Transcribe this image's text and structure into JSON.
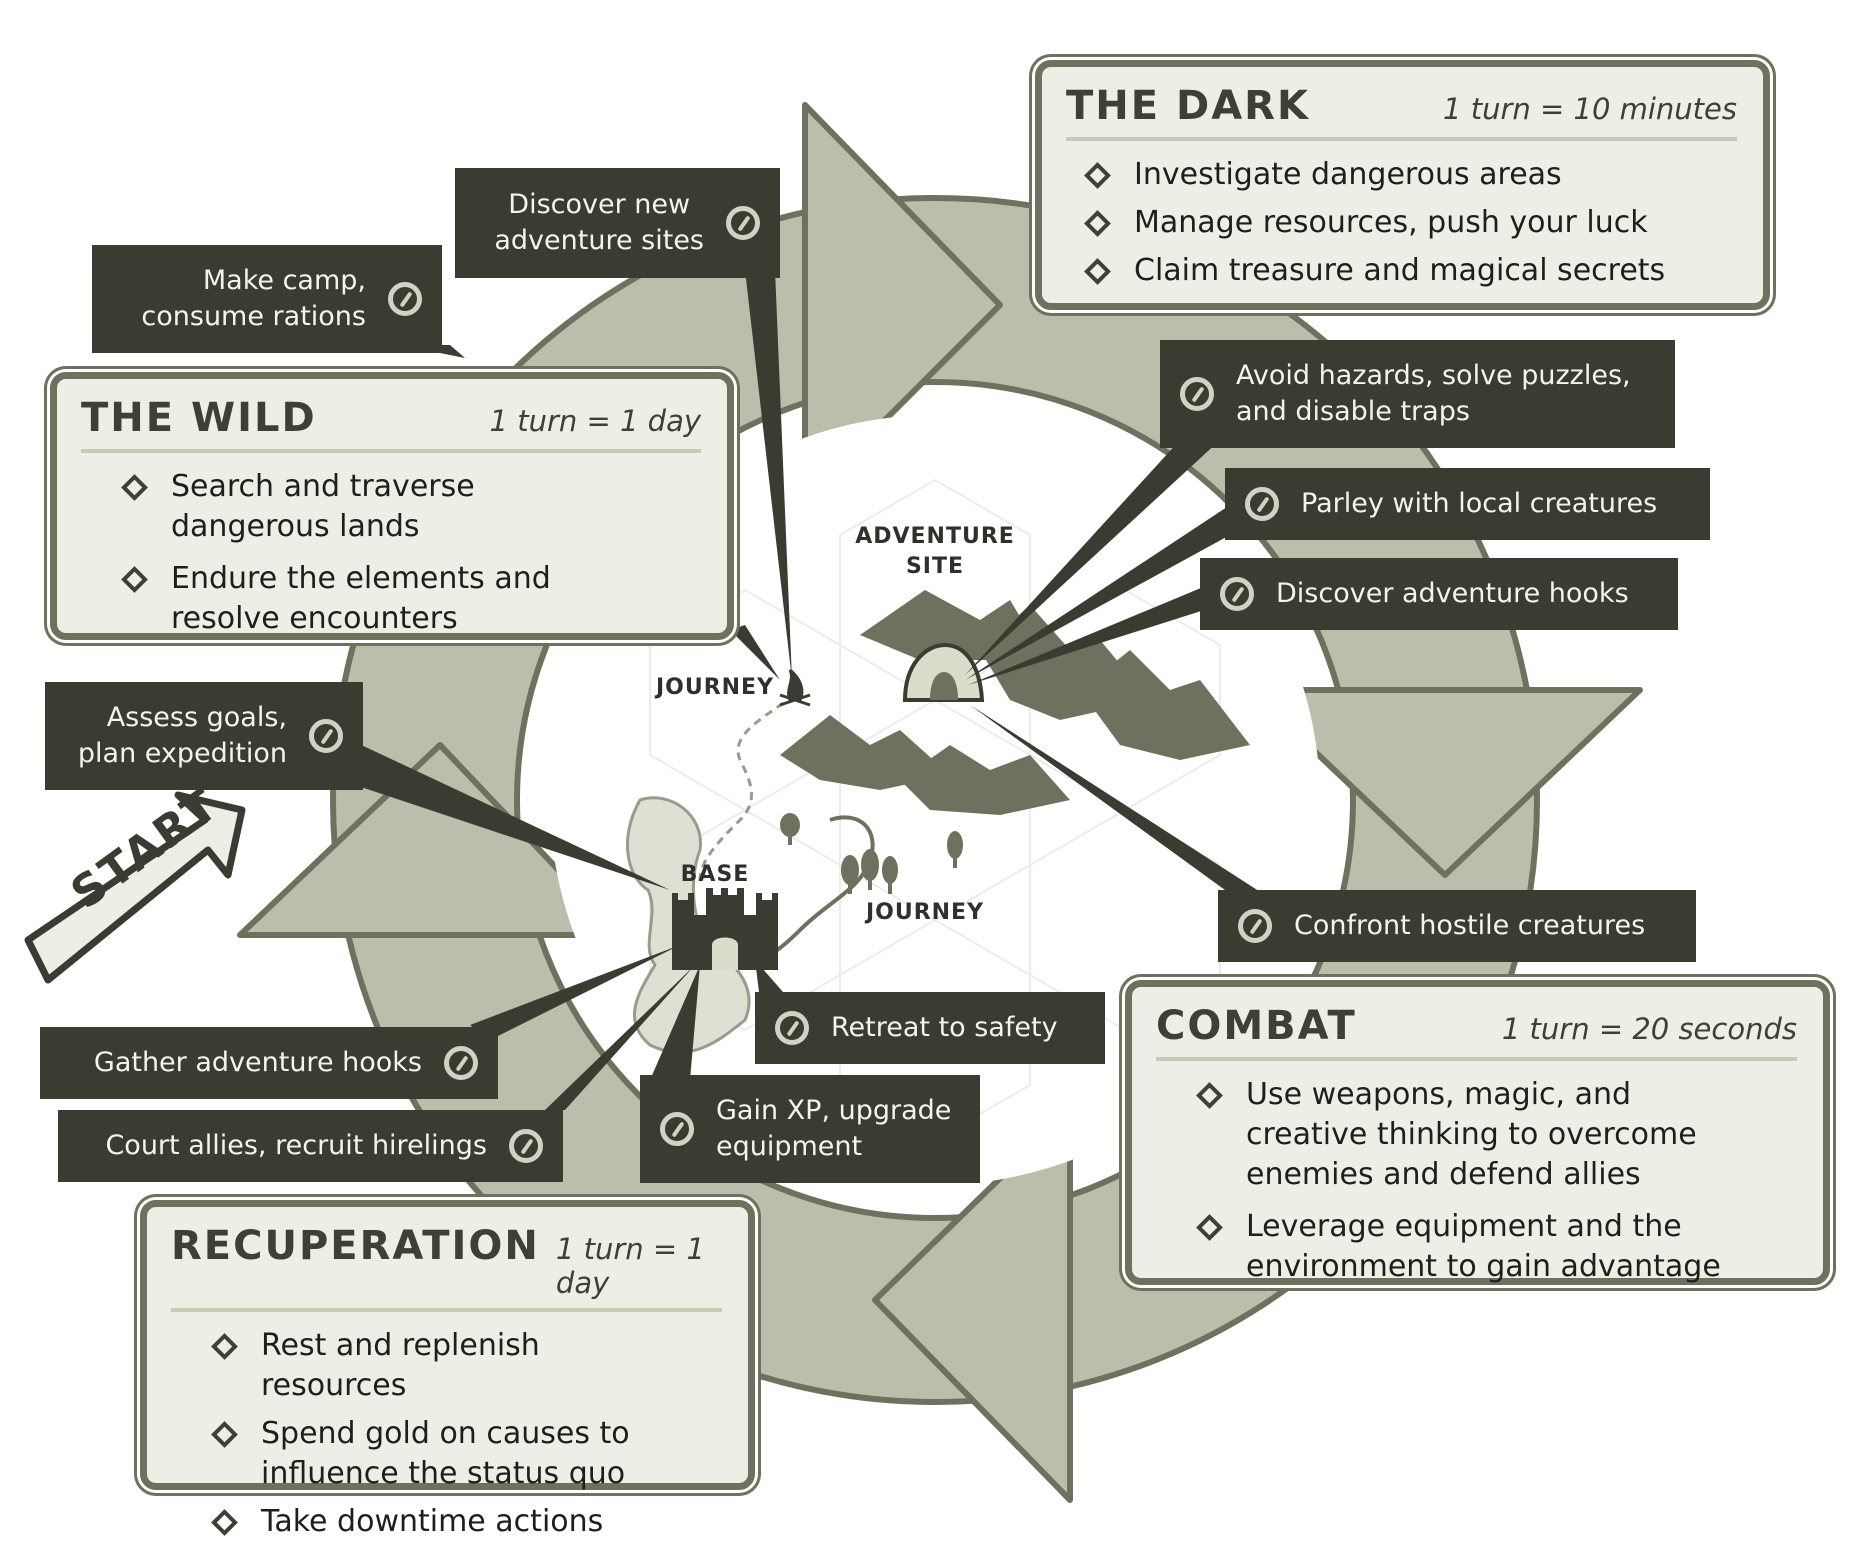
{
  "colors": {
    "ring": "#bdbdab",
    "ring_border": "#6f705e",
    "callout_bg": "#3a3b31",
    "panel_bg": "#edeee6",
    "mountain": "#6f705e"
  },
  "phases": {
    "dark": {
      "title": "THE DARK",
      "turn": "1 turn = 10 minutes",
      "bullets": [
        "Investigate dangerous areas",
        "Manage resources, push your luck",
        "Claim treasure and magical secrets"
      ]
    },
    "wild": {
      "title": "THE WILD",
      "turn": "1 turn = 1 day",
      "bullets": [
        "Search and traverse dangerous lands",
        "Endure the elements and resolve encounters"
      ]
    },
    "combat": {
      "title": "COMBAT",
      "turn": "1 turn = 20 seconds",
      "bullets": [
        "Use weapons, magic, and creative thinking to overcome enemies and defend allies",
        "Leverage equipment and the environment to gain advantage"
      ]
    },
    "recuperation": {
      "title": "RECUPERATION",
      "turn": "1 turn = 1 day",
      "bullets": [
        "Rest and replenish resources",
        "Spend gold on causes to influence the status quo",
        "Take downtime actions"
      ]
    }
  },
  "callouts": {
    "discover_sites": "Discover new\nadventure sites",
    "make_camp": "Make camp,\nconsume rations",
    "avoid_hazards": "Avoid hazards, solve puzzles,\nand disable traps",
    "parley": "Parley with local creatures",
    "discover_hooks": "Discover adventure hooks",
    "assess_goals": "Assess goals,\nplan expedition",
    "confront": "Confront hostile creatures",
    "retreat": "Retreat to safety",
    "gather_hooks": "Gather adventure hooks",
    "gain_xp": "Gain XP, upgrade\nequipment",
    "court_allies": "Court allies, recruit hirelings"
  },
  "map": {
    "adventure_site": "ADVENTURE\nSITE",
    "journey_top": "JOURNEY",
    "journey_bottom": "JOURNEY",
    "base": "BASE"
  },
  "start": "START",
  "icons": [
    "compass-icon",
    "campfire-icon",
    "cave-icon",
    "castle-icon",
    "tree-icon"
  ]
}
